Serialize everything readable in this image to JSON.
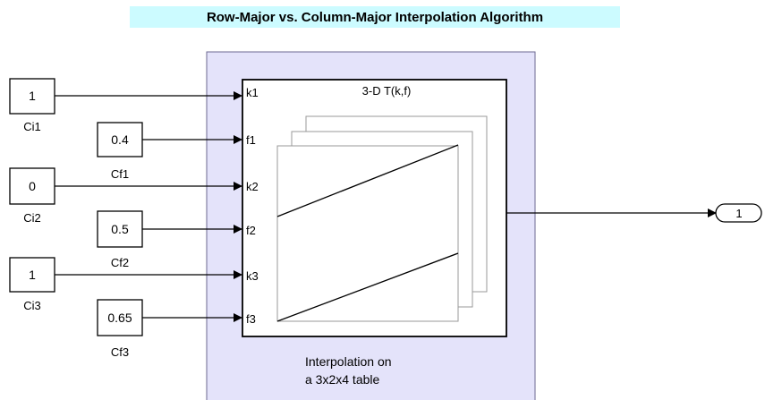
{
  "title": "Row-Major vs. Column-Major Interpolation Algorithm",
  "constants": [
    {
      "id": "ci1",
      "value": "1",
      "label": "Ci1"
    },
    {
      "id": "cf1",
      "value": "0.4",
      "label": "Cf1"
    },
    {
      "id": "ci2",
      "value": "0",
      "label": "Ci2"
    },
    {
      "id": "cf2",
      "value": "0.5",
      "label": "Cf2"
    },
    {
      "id": "ci3",
      "value": "1",
      "label": "Ci3"
    },
    {
      "id": "cf3",
      "value": "0.65",
      "label": "Cf3"
    }
  ],
  "lookup_block": {
    "title": "3-D T(k,f)",
    "ports": [
      "k1",
      "f1",
      "k2",
      "f2",
      "k3",
      "f3"
    ]
  },
  "area_annotation": {
    "line1": "Interpolation on",
    "line2": "a 3x2x4 table"
  },
  "outport": {
    "label": "1"
  },
  "colors": {
    "title_highlight": "#ccfbff",
    "area_fill": "#e4e3fa",
    "area_border": "#6d6a92"
  }
}
